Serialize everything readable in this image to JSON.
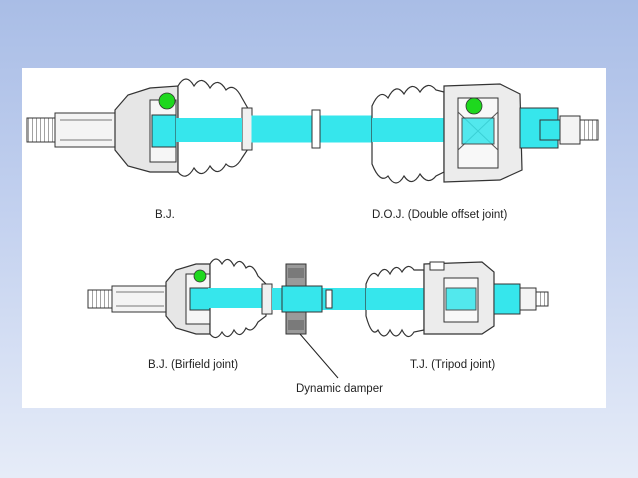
{
  "colors": {
    "shaft": "#36e6ec",
    "ball": "#1ed81e",
    "outline": "#2a2a2a",
    "gray": "#d8d8d8",
    "background_top": "#a9bde6",
    "background_bottom": "#e6ecf8"
  },
  "labels": {
    "top_left": "B.J.",
    "top_right": "D.O.J. (Double offset joint)",
    "bottom_left": "B.J. (Birfield joint)",
    "bottom_right": "T.J. (Tripod joint)",
    "damper": "Dynamic damper"
  }
}
